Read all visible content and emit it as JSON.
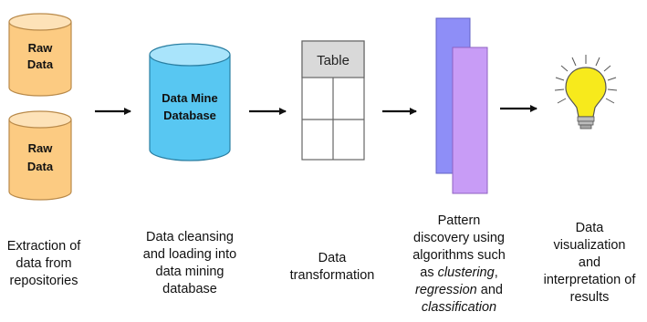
{
  "cylinders": {
    "raw1": [
      "Raw",
      "Data"
    ],
    "raw2": [
      "Raw",
      "Data"
    ],
    "db": [
      "Data Mine",
      "Database"
    ]
  },
  "table": {
    "header": "Table"
  },
  "colors": {
    "raw_fill": "#fccb82",
    "raw_top": "#fde2b8",
    "db_fill": "#58c7f2",
    "db_top": "#a9e4fb",
    "table_head": "#d9d9d9",
    "bar_back": "#8e8ef7",
    "bar_front": "#c89cf6",
    "bulb": "#f7ea1c"
  },
  "captions": {
    "c1": [
      "Extraction of",
      "data from",
      "repositories"
    ],
    "c2": [
      "Data cleansing",
      "and loading into",
      "data mining",
      "database"
    ],
    "c3": [
      "Data",
      "transformation"
    ],
    "c4": {
      "l1": "Pattern",
      "l2": "discovery using",
      "l3": "algorithms such",
      "l4a": "as ",
      "l4b": "clustering",
      "l4c": ",",
      "l5a": "regression",
      "l5b": " and",
      "l6": "classification"
    },
    "c5": [
      "Data",
      "visualization",
      "and",
      "interpretation of",
      "results"
    ]
  },
  "icons": [
    "arrow-icon",
    "lightbulb-icon"
  ]
}
